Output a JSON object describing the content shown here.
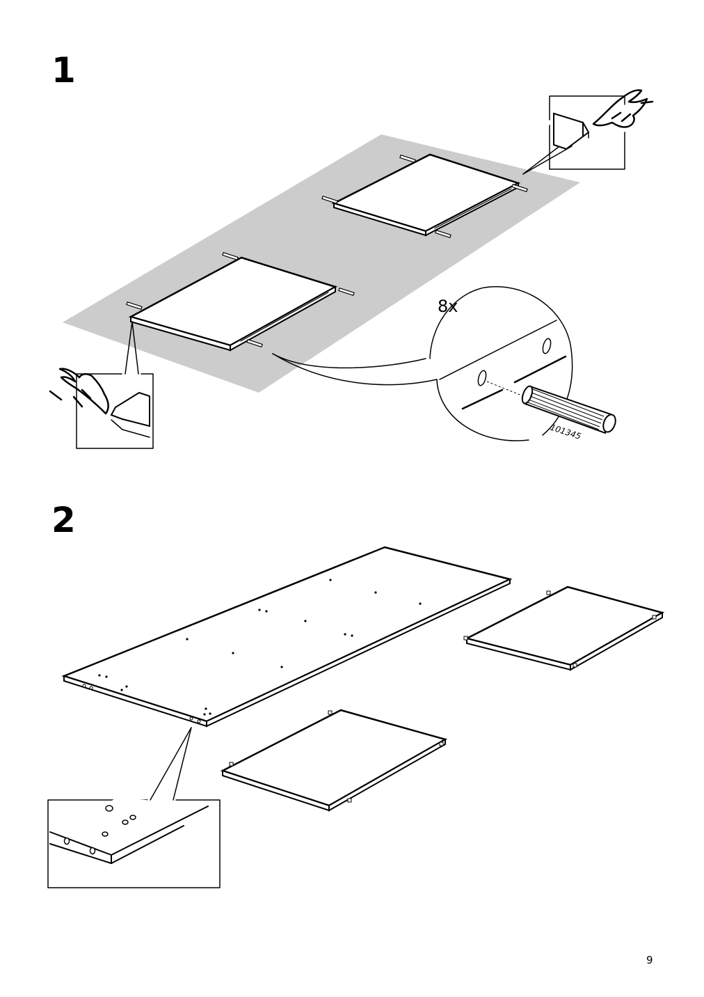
{
  "steps": [
    {
      "number": "1",
      "quantity_label": "8x",
      "part_number": "101345"
    },
    {
      "number": "2"
    }
  ],
  "page_number": "9"
}
